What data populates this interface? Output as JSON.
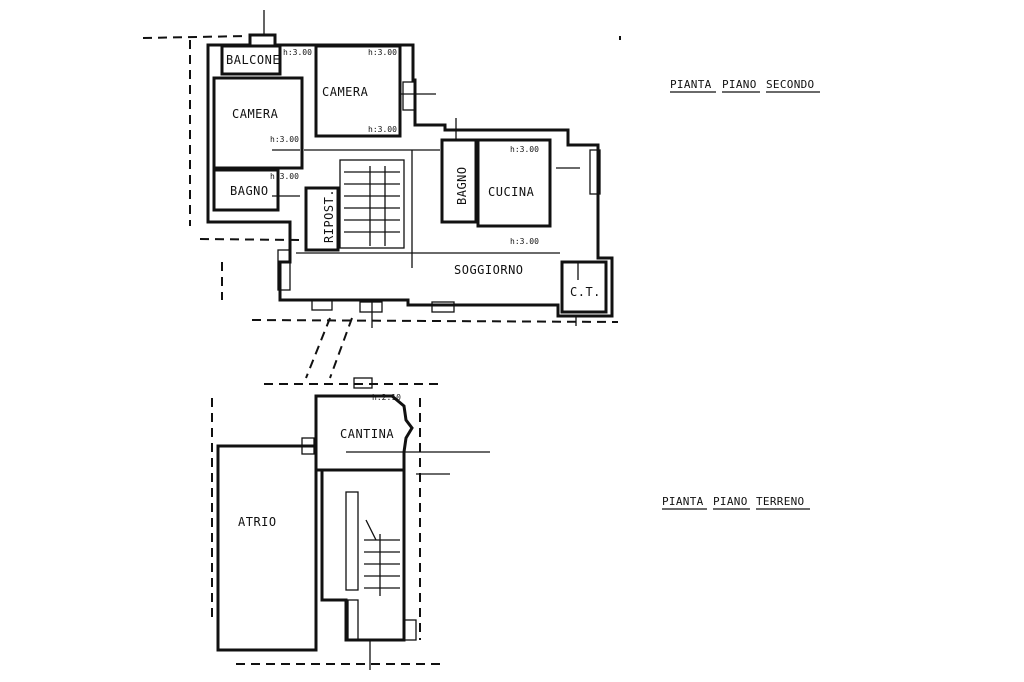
{
  "plans": {
    "upper": {
      "title_words": [
        "PIANTA",
        "PIANO",
        "SECONDO"
      ],
      "rooms": {
        "balcone": "BALCONE",
        "camera_left": "CAMERA",
        "camera_right": "CAMERA",
        "bagno_left": "BAGNO",
        "ripost": "RIPOST.",
        "bagno_right": "BAGNO",
        "cucina": "CUCINA",
        "soggiorno": "SOGGIORNO",
        "ct": "C.T."
      },
      "heights": {
        "balcone": "h:3.00",
        "camera_right_top": "h:3.00",
        "camera_right_bottom": "h:3.00",
        "camera_left": "h:3.00",
        "bagno_left": "h:3.00",
        "cucina_top": "h:3.00",
        "cucina_bottom": "h:3.00"
      }
    },
    "ground": {
      "title_words": [
        "PIANTA",
        "PIANO",
        "TERRENO"
      ],
      "rooms": {
        "cantina": "CANTINA",
        "atrio": "ATRIO"
      },
      "heights": {
        "cantina": "h:2.10"
      }
    }
  }
}
